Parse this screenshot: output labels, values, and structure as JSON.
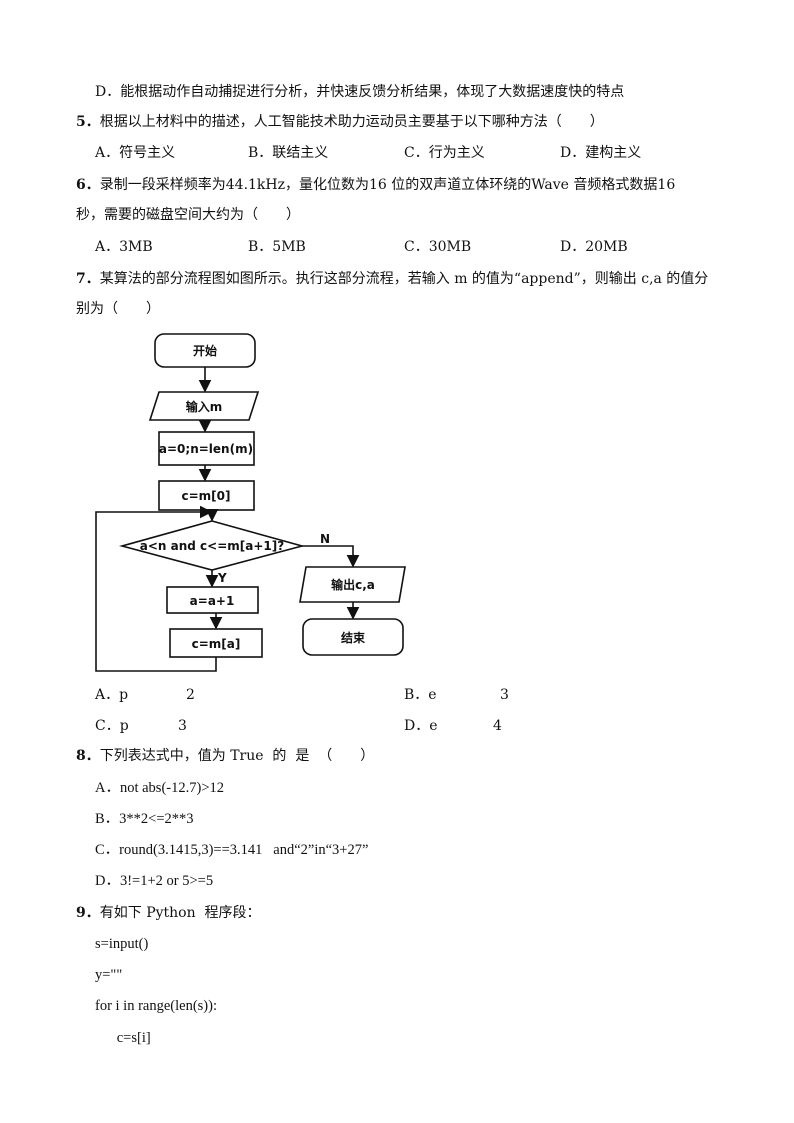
{
  "q4": {
    "option_d": "D．能根据动作自动捕捉进行分析，并快速反馈分析结果，体现了大数据速度快的特点"
  },
  "q5": {
    "number": "5．",
    "text": "根据以上材料中的描述，人工智能技术助力运动员主要基于以下哪种方法（　　）",
    "options": [
      "A．符号主义",
      "B．联结主义",
      "C．行为主义",
      "D．建构主义"
    ]
  },
  "q6": {
    "number": "6．",
    "line1": "录制一段采样频率为44.1kHz，量化位数为16 位的双声道立体环绕的Wave 音频格式数据16",
    "line2": "秒，需要的磁盘空间大约为（　　）",
    "options": [
      "A．3MB",
      "B．5MB",
      "C．30MB",
      "D．20MB"
    ]
  },
  "q7": {
    "number": "7．",
    "line1": "某算法的部分流程图如图所示。执行这部分流程，若输入 m 的值为“append”，则输出 c,a 的值分",
    "line2": "别为（　　）",
    "flowchart": {
      "start": "开始",
      "input": "输入m",
      "init": "a=0;n=len(m)",
      "assign": "c=m[0]",
      "condition": "a<n and c<=m[a+1]?",
      "yes": "Y",
      "no": "N",
      "step1": "a=a+1",
      "step2": "c=m[a]",
      "output": "输出c,a",
      "end": "结束"
    },
    "options": [
      {
        "label": "A．p",
        "value": "2"
      },
      {
        "label": "B．e",
        "value": "3"
      },
      {
        "label": "C．p",
        "value": "3"
      },
      {
        "label": "D．e",
        "value": "4"
      }
    ]
  },
  "q8": {
    "number": "8．",
    "text": "下列表达式中，值为 True  的  是  （　　）",
    "options": [
      "A．not abs(-12.7)>12",
      "B．3**2<=2**3",
      "C．round(3.1415,3)==3.141   and“2”in“3+27”",
      "D．3!=1+2 or 5>=5"
    ]
  },
  "q9": {
    "number": "9．",
    "text": "有如下 Python  程序段：",
    "code": [
      "s=input()",
      "y=\"\"",
      "for i in range(len(s)):",
      "      c=s[i]"
    ]
  }
}
